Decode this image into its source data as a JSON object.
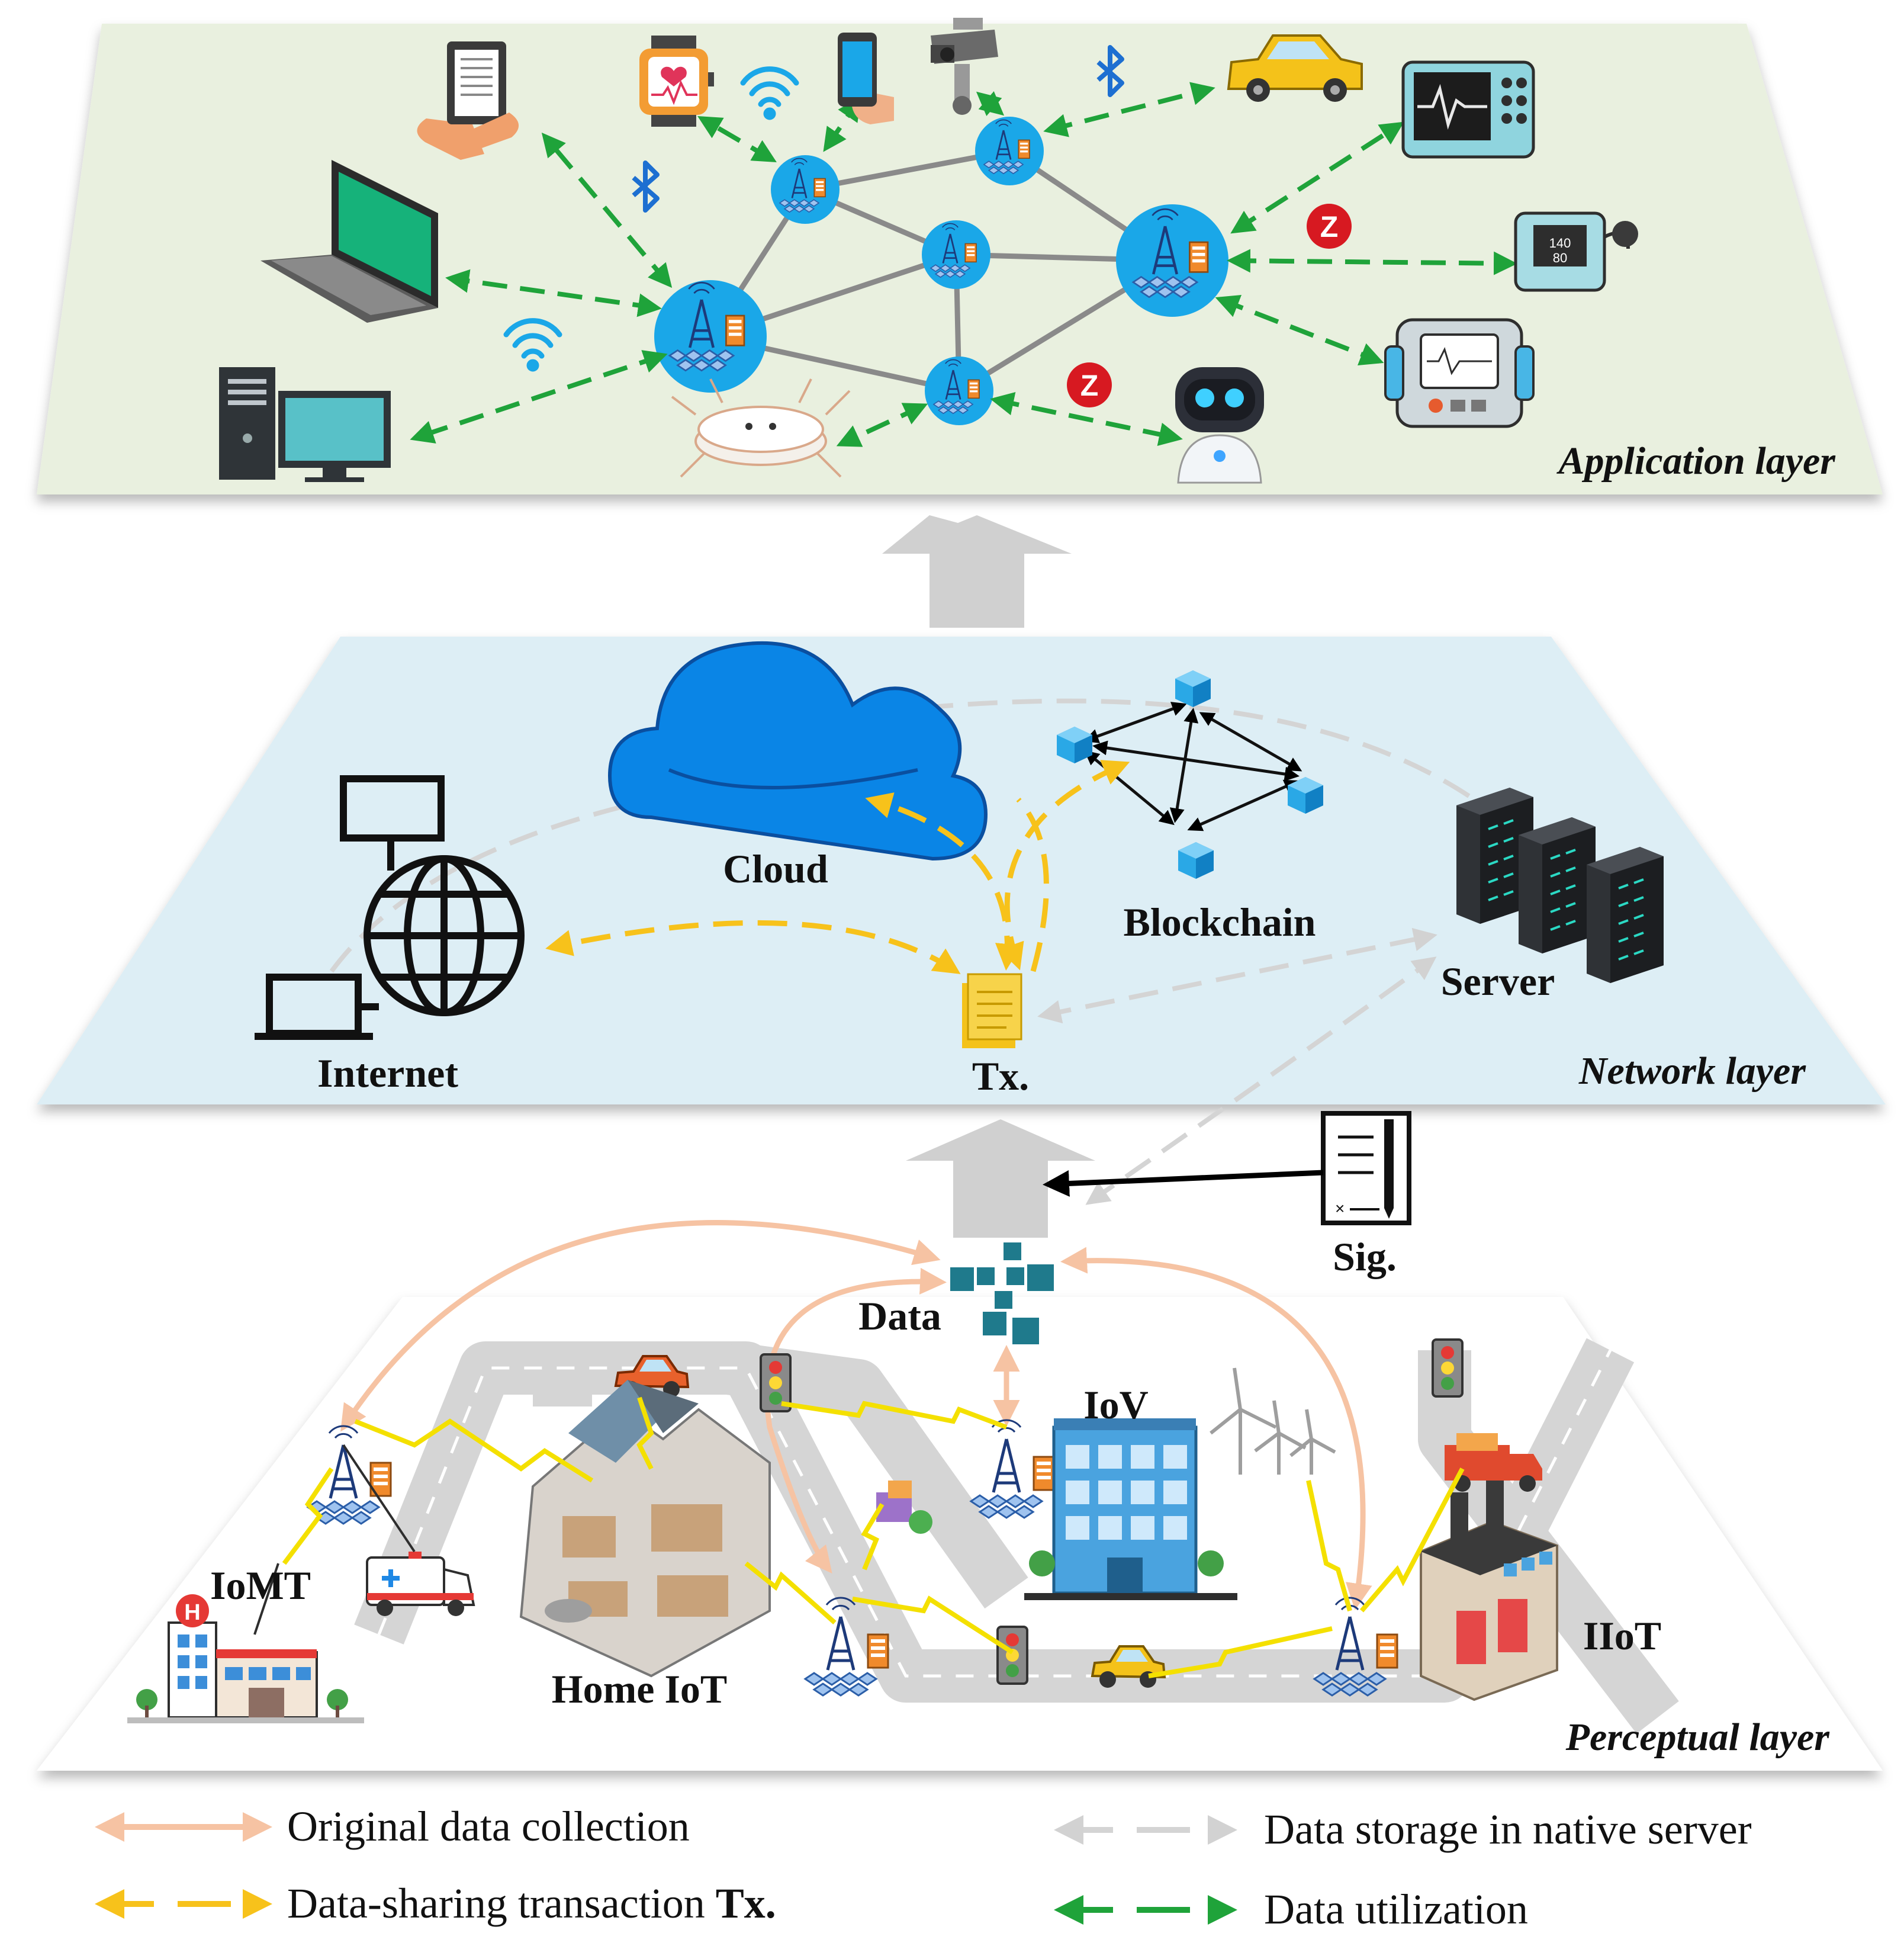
{
  "layers": {
    "application": "Application layer",
    "network": "Network layer",
    "perceptual": "Perceptual layer"
  },
  "network_nodes": {
    "internet": "Internet",
    "cloud": "Cloud",
    "blockchain": "Blockchain",
    "server": "Server",
    "tx": "Tx."
  },
  "perceptual_nodes": {
    "data": "Data",
    "signature": "Sig.",
    "iomt": "IoMT",
    "home_iot": "Home IoT",
    "iov": "IoV",
    "iiot": "IIoT"
  },
  "legend": {
    "original": "Original data collection",
    "sharing": "Data-sharing transaction",
    "sharing_tx": "Tx.",
    "storage": "Data storage in native server",
    "utilization": "Data utilization"
  },
  "colors": {
    "application_bg": "#e9f0df",
    "network_bg": "#ddeef5",
    "perceptual_bg": "#ffffff",
    "original_arrow": "#f6c3a3",
    "sharing_arrow": "#f7c21b",
    "storage_arrow": "#d8d8d8",
    "utilization_arrow": "#1fa33a",
    "node_blue": "#1aa7e8"
  }
}
